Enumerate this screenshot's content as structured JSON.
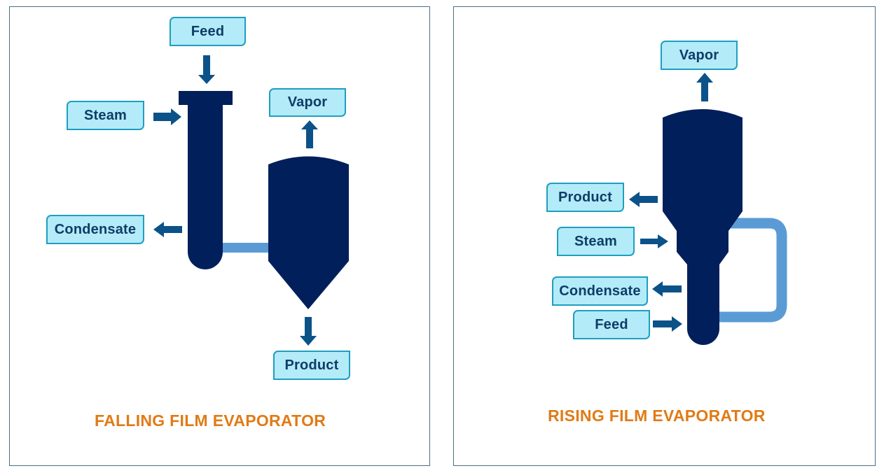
{
  "diagrams": [
    {
      "title": "FALLING FILM EVAPORATOR",
      "labels": {
        "feed": "Feed",
        "steam": "Steam",
        "vapor": "Vapor",
        "condensate": "Condensate",
        "product": "Product"
      }
    },
    {
      "title": "RISING FILM EVAPORATOR",
      "labels": {
        "vapor": "Vapor",
        "product": "Product",
        "steam": "Steam",
        "condensate": "Condensate",
        "feed": "Feed"
      }
    }
  ],
  "colors": {
    "vessel": "#001f5b",
    "pipe": "#5b9bd5",
    "arrow": "#0b5289",
    "label_fill": "#b3ebf9",
    "label_border": "#1f9ec0",
    "label_text": "#0e3d67",
    "title": "#e07b16"
  }
}
